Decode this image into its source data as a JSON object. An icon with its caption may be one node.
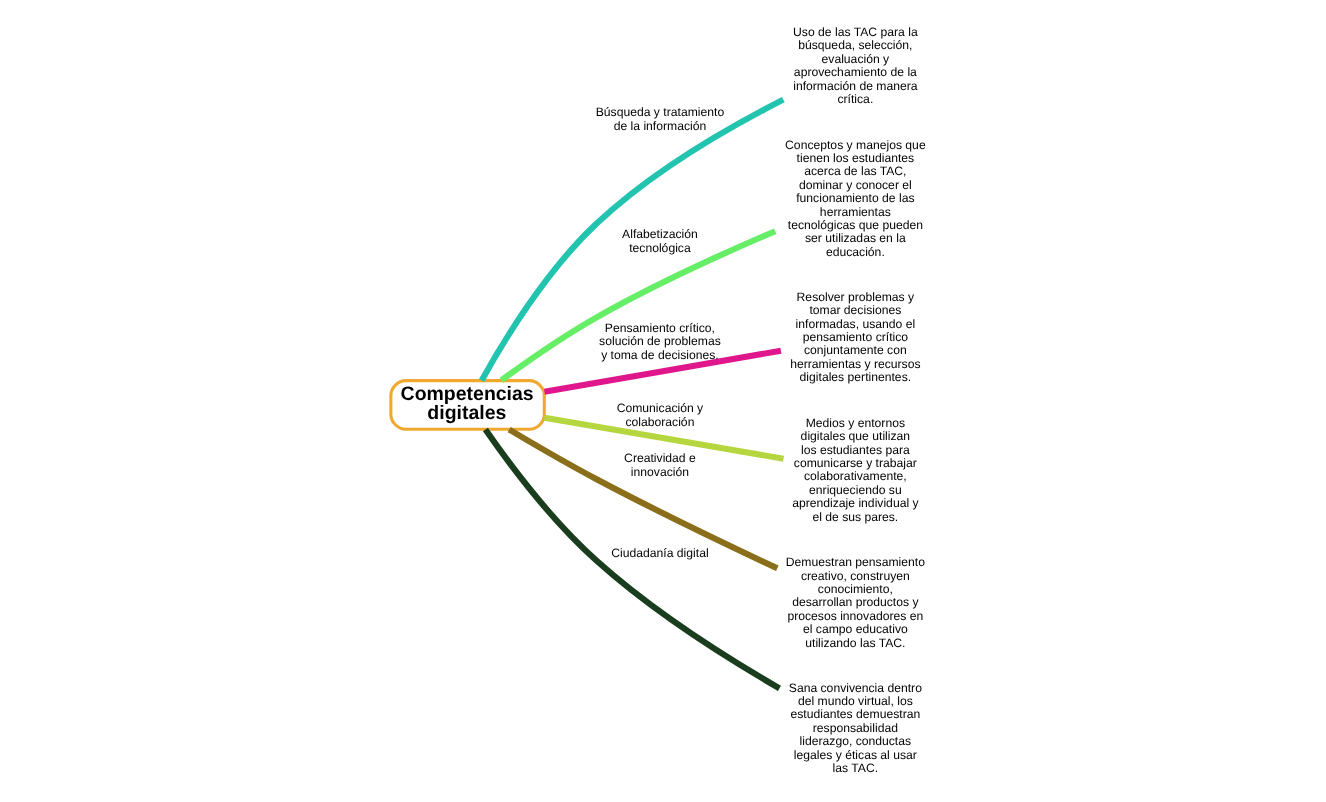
{
  "diagram": {
    "nodes": [
      {
        "text": [
          "Competencias digitales"
        ]
      },
      {
        "text": [
          "Uso de las TAC para la búsqueda, selección, evaluación y aprovechamiento de la información de manera crítica."
        ]
      },
      {
        "text": [
          "Conceptos y manejos que tienen los estudiantes acerca de las TAC, dominar y conocer el funcionamiento de las herramientas tecnológicas que pueden ser utilizadas en la educación."
        ]
      },
      {
        "text": [
          "Resolver problemas y tomar decisiones informadas, usando el pensamiento crítico conjuntamente con herramientas y recursos digitales pertinentes."
        ]
      },
      {
        "text": [
          "Medios y entornos digitales que utilizan los estudiantes para comunicarse y trabajar colaborativamente, enriqueciendo su aprendizaje individual y el de sus pares."
        ]
      },
      {
        "text": [
          "Demuestran pensamiento creativo, construyen conocimiento, desarrollan productos y procesos innovadores en el campo educativo utilizando las TAC."
        ]
      },
      {
        "text": [
          "Sana convivencia dentro del mundo virtual, los estudiantes demuestran responsabilidad liderazgo, conductas legales y éticas al usar las TAC."
        ]
      }
    ],
    "edges": [
      {
        "from": 0,
        "to": 2,
        "arrow": "none",
        "label": "Alfabetización tecnológica",
        "color": "#66ee66"
      },
      {
        "from": 0,
        "to": 1,
        "arrow": "none",
        "label": "Búsqueda y tratamiento de la información",
        "color": "#22c4b0"
      },
      {
        "from": 0,
        "to": 3,
        "arrow": "none",
        "label": "Pensamiento crítico, solución de problemas y toma de decisiones.",
        "color": "#e0168c"
      },
      {
        "from": 0,
        "to": 5,
        "arrow": "none",
        "label": "Creatividad e innovación",
        "color": "#8a6e1a"
      },
      {
        "from": 0,
        "to": 4,
        "arrow": "none",
        "label": "Comunicación y colaboración",
        "color": "#b5d63e"
      },
      {
        "from": 0,
        "to": 6,
        "arrow": "none",
        "label": "Ciudadanía digital",
        "color": "#1a3d1e"
      }
    ]
  }
}
